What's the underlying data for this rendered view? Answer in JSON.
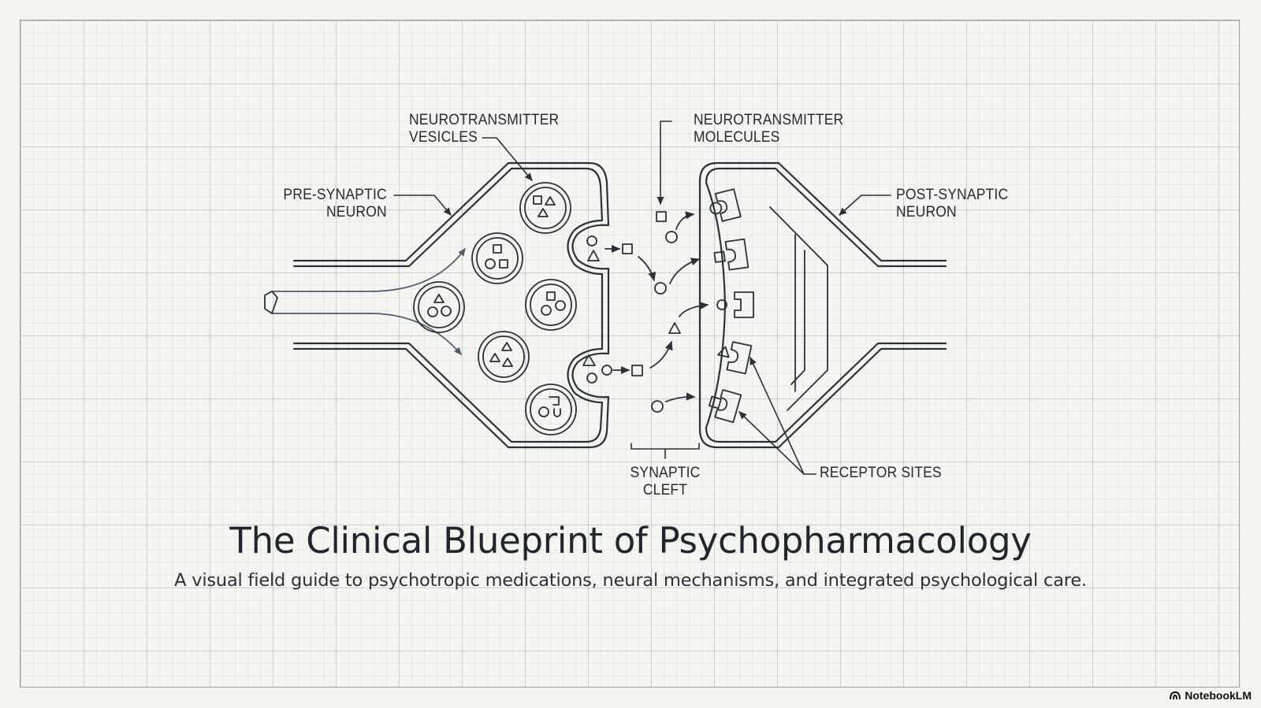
{
  "labels": {
    "vesicles": [
      "NEUROTRANSMITTER",
      "VESICLES"
    ],
    "molecules": [
      "NEUROTRANSMITTER",
      "MOLECULES"
    ],
    "pre_synaptic": [
      "PRE-SYNAPTIC",
      "NEURON"
    ],
    "post_synaptic": [
      "POST-SYNAPTIC",
      "NEURON"
    ],
    "synaptic_cleft": [
      "SYNAPTIC",
      "CLEFT"
    ],
    "receptor_sites": "RECEPTOR SITES"
  },
  "title": "The Clinical Blueprint of Psychopharmacology",
  "subtitle": "A visual field guide to psychotropic medications, neural mechanisms, and integrated psychological care.",
  "brand": {
    "name": "NotebookLM",
    "icon": "notebooklm-logo-icon"
  },
  "colors": {
    "line": "#2b313b",
    "background": "#f5f6f1",
    "grid": "#b8bfbd"
  }
}
